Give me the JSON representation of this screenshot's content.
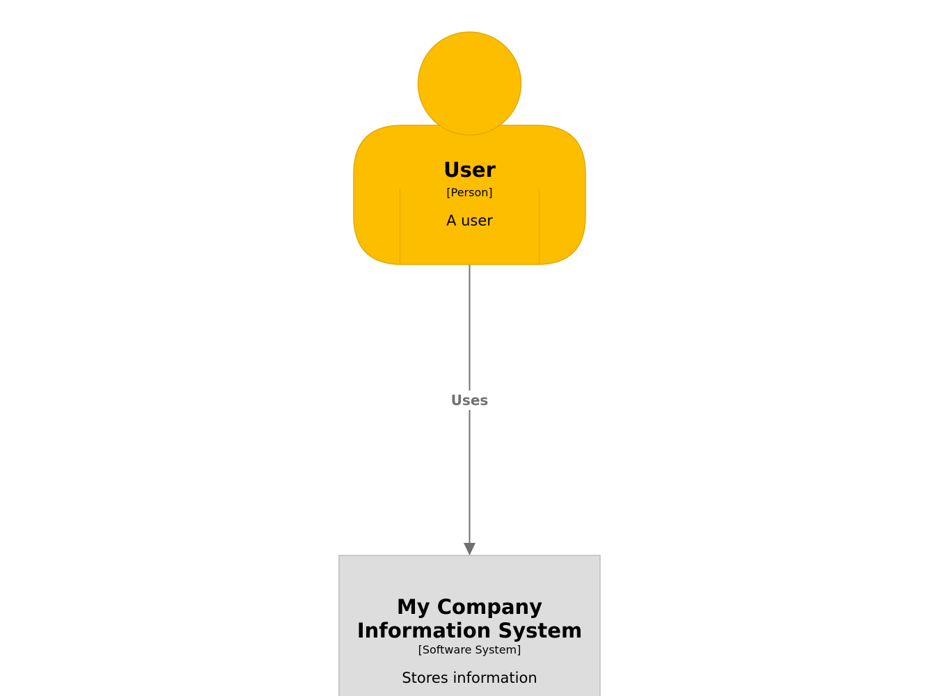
{
  "colors": {
    "person_fill": "#FDBE00",
    "person_stroke": "#E3AA00",
    "system_fill": "#DDDDDD",
    "system_stroke": "#BDBDBD",
    "relationship": "#707070",
    "background": "#FFFFFF"
  },
  "elements": {
    "person": {
      "name": "User",
      "type": "[Person]",
      "description": "A user",
      "shape": "person"
    },
    "system": {
      "name": "My Company Information System",
      "type": "[Software System]",
      "description": "Stores information",
      "shape": "box"
    }
  },
  "relationships": [
    {
      "from": "User",
      "to": "My Company Information System",
      "label": "Uses"
    }
  ]
}
